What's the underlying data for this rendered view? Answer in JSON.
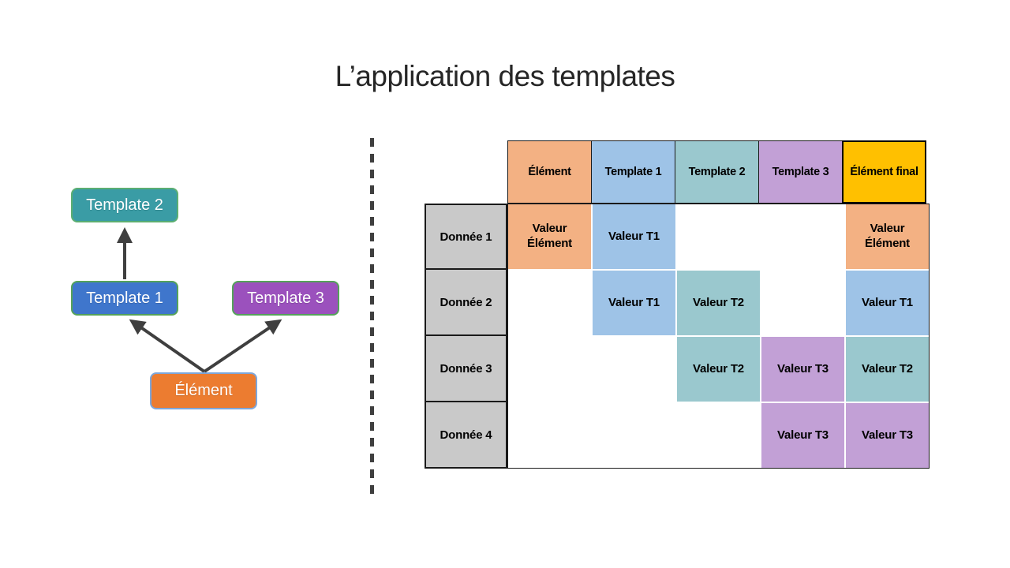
{
  "slide": {
    "title": "L’application des templates"
  },
  "diagram": {
    "boxes": {
      "template2": "Template 2",
      "template1": "Template 1",
      "template3": "Template 3",
      "element": "Élément"
    },
    "arrows": [
      "element-to-template1",
      "element-to-template3",
      "template1-to-template2"
    ]
  },
  "table": {
    "column_headers": [
      "Élément",
      "Template 1",
      "Template 2",
      "Template 3",
      "Élément final"
    ],
    "row_headers": [
      "Donnée 1",
      "Donnée 2",
      "Donnée 3",
      "Donnée 4"
    ],
    "cells": [
      [
        "Valeur Élément",
        "Valeur T1",
        "",
        "",
        "Valeur Élément"
      ],
      [
        "",
        "Valeur T1",
        "Valeur T2",
        "",
        "Valeur T1"
      ],
      [
        "",
        "",
        "Valeur T2",
        "Valeur T3",
        "Valeur T2"
      ],
      [
        "",
        "",
        "",
        "Valeur T3",
        "Valeur T3"
      ]
    ]
  },
  "palette": {
    "cell_orange": "#F3B183",
    "cell_blue": "#9EC3E7",
    "cell_teal": "#9AC8CE",
    "cell_purple": "#C2A0D6",
    "cell_gold": "#FFC000",
    "cell_gray": "#C9C9C9",
    "box_teal": "#3A9CA5",
    "box_blue": "#3F76CC",
    "box_purple": "#9B51BD",
    "box_orange": "#EC7C30",
    "arrow_gray": "#3F3F3F",
    "title_color": "#262626"
  }
}
